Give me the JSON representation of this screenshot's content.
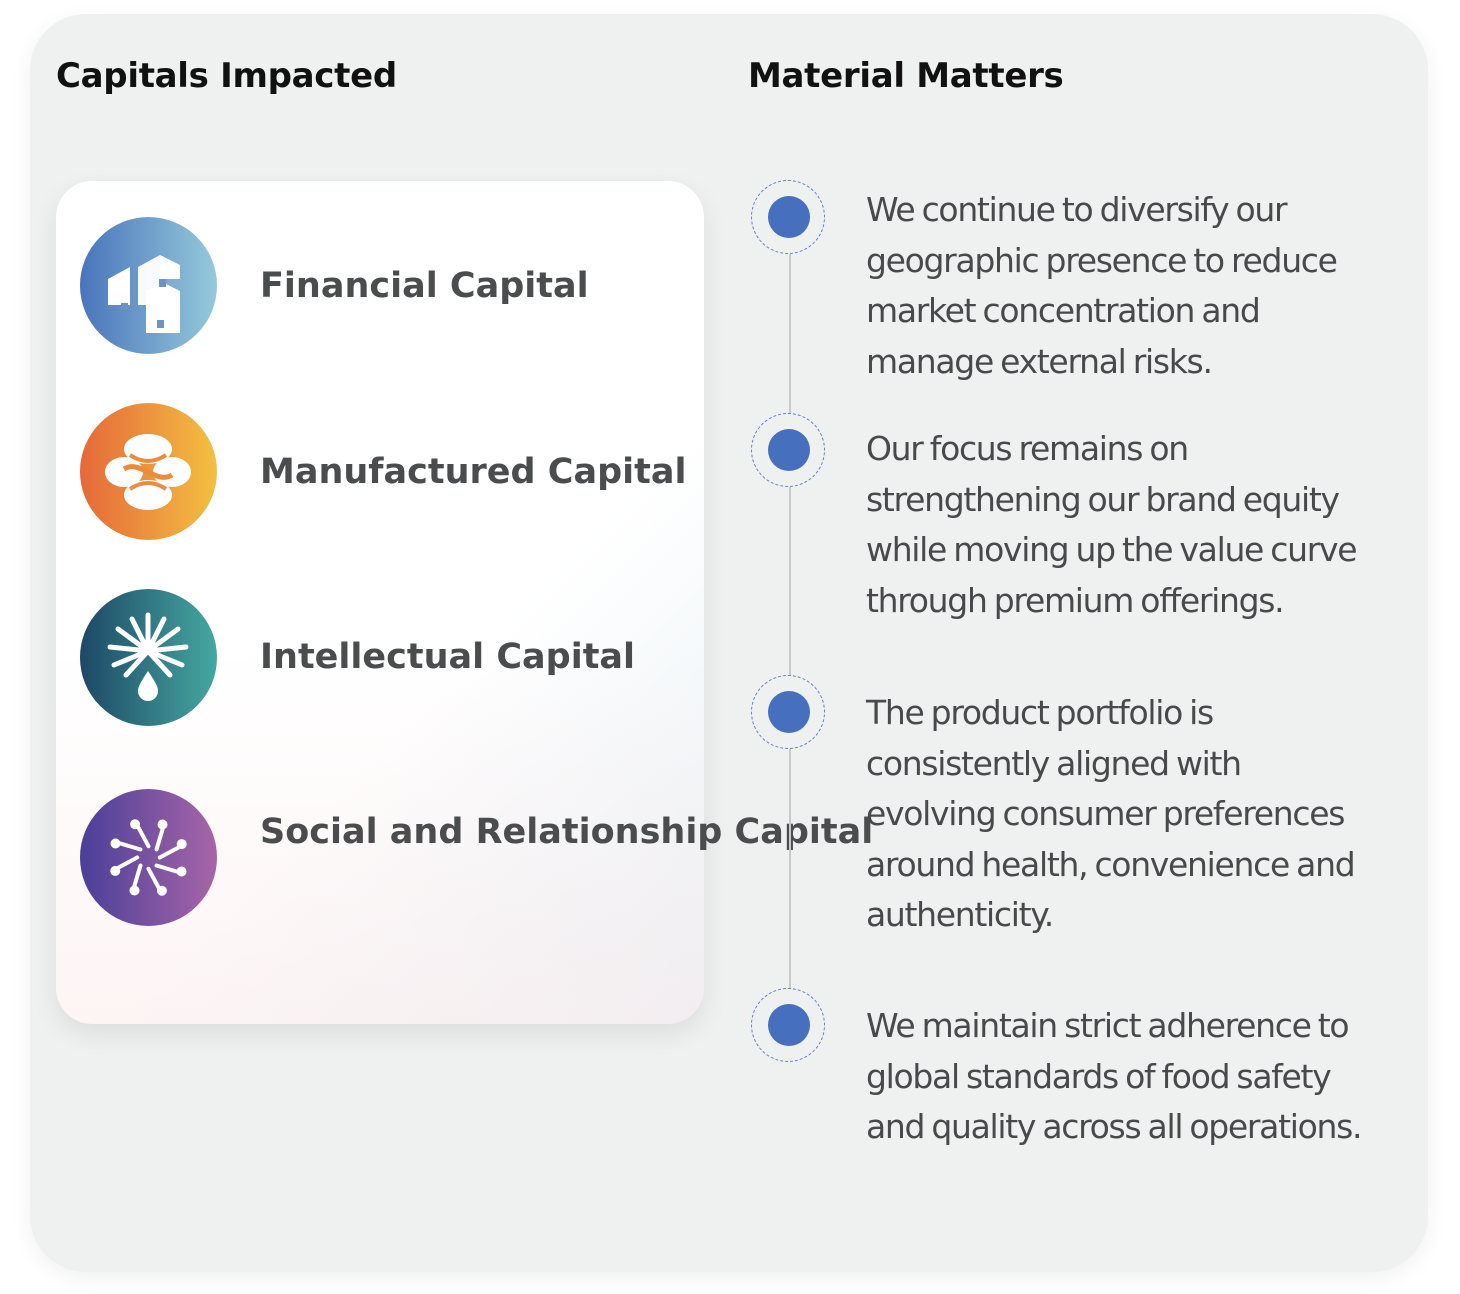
{
  "headings": {
    "capitals": "Capitals Impacted",
    "matters": "Material Matters"
  },
  "capitals": [
    {
      "label": "Financial Capital",
      "icon": "financial-capital-icon",
      "colors": [
        "#4a74bb",
        "#94cadb"
      ]
    },
    {
      "label": "Manufactured Capital",
      "icon": "manufactured-capital-icon",
      "colors": [
        "#e5683a",
        "#f3c041"
      ]
    },
    {
      "label": "Intellectual Capital",
      "icon": "intellectual-capital-icon",
      "colors": [
        "#1d4866",
        "#45a8a0"
      ]
    },
    {
      "label": "Social and\nRelationship Capital",
      "icon": "social-relationship-capital-icon",
      "colors": [
        "#4a3f98",
        "#a865a8"
      ]
    }
  ],
  "material_matters": [
    {
      "text": "We continue to diversify our\ngeographic presence to reduce\nmarket concentration and\nmanage external risks."
    },
    {
      "text": "Our focus remains on\nstrengthening our brand equity\nwhile moving up the value curve\nthrough premium offerings."
    },
    {
      "text": "The product portfolio is\nconsistently aligned with\nevolving consumer preferences\naround health, convenience and\nauthenticity."
    },
    {
      "text": "We maintain strict adherence to\nglobal standards of food safety\nand quality across all operations."
    }
  ],
  "colors": {
    "panel_background": "#eff0f0",
    "timeline_dot": "#4670bd",
    "heading_text": "#111111",
    "body_text": "#48494b"
  }
}
